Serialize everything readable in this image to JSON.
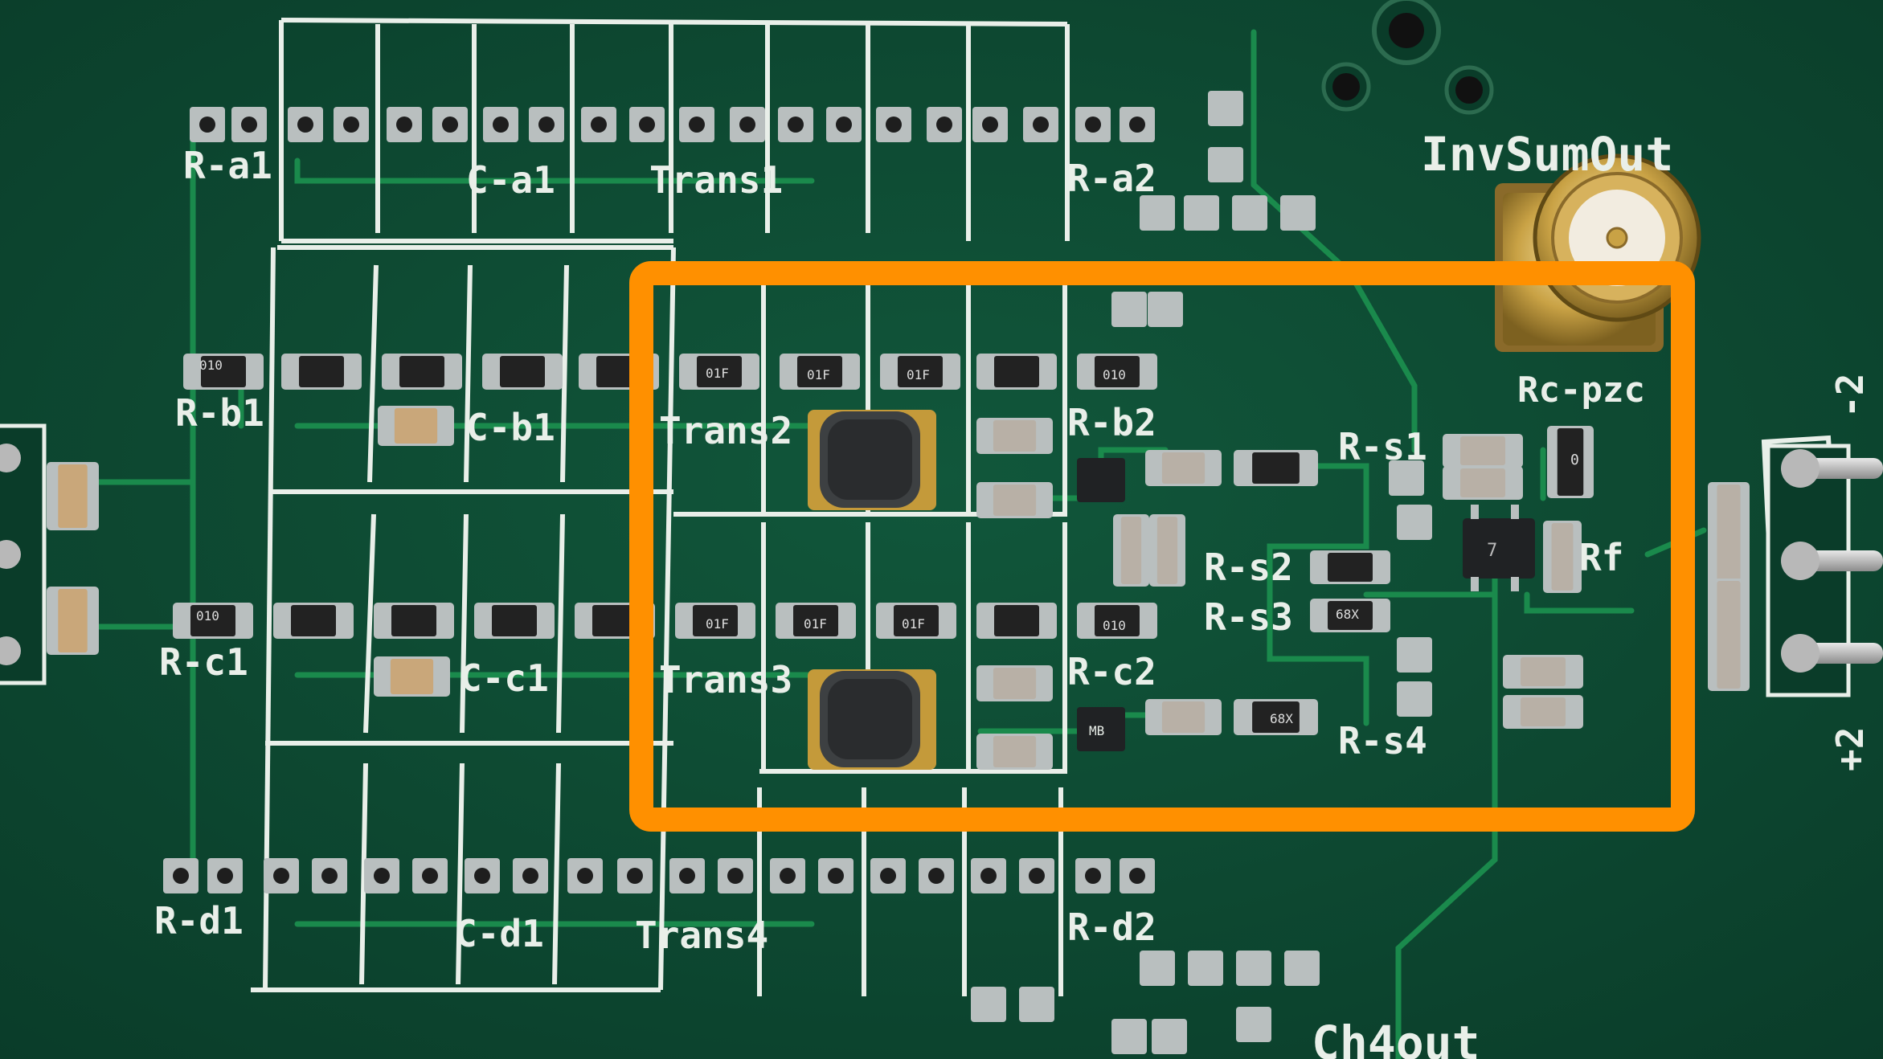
{
  "labels": {
    "r_a1": "R-a1",
    "c_a1": "C-a1",
    "trans1": "Trans1",
    "r_a2": "R-a2",
    "r_b1": "R-b1",
    "c_b1": "C-b1",
    "trans2": "Trans2",
    "r_b2": "R-b2",
    "r_c1": "R-c1",
    "c_c1": "C-c1",
    "trans3": "Trans3",
    "r_c2": "R-c2",
    "r_d1": "R-d1",
    "c_d1": "C-d1",
    "trans4": "Trans4",
    "r_d2": "R-d2",
    "inv_sum_out": "InvSumOut",
    "rc_pzc": "Rc-pzc",
    "r_s1": "R-s1",
    "r_s2": "R-s2",
    "r_s3": "R-s3",
    "r_s4": "R-s4",
    "rf": "Rf",
    "ch4out": "Ch4out",
    "edge_top": "-2",
    "edge_bottom": "+2"
  },
  "component_markings": {
    "r_01f": "01F",
    "r_010": "010",
    "r_0": "0",
    "r_68x": "68X",
    "mb": "MB",
    "ic_7": "7"
  },
  "colors": {
    "board": "#0d4a33",
    "trace": "#1a8a4c",
    "silkscreen": "#e9efe9",
    "pad": "#b9bfbf",
    "highlight": "#ff9000",
    "gold": "#c9a245"
  }
}
